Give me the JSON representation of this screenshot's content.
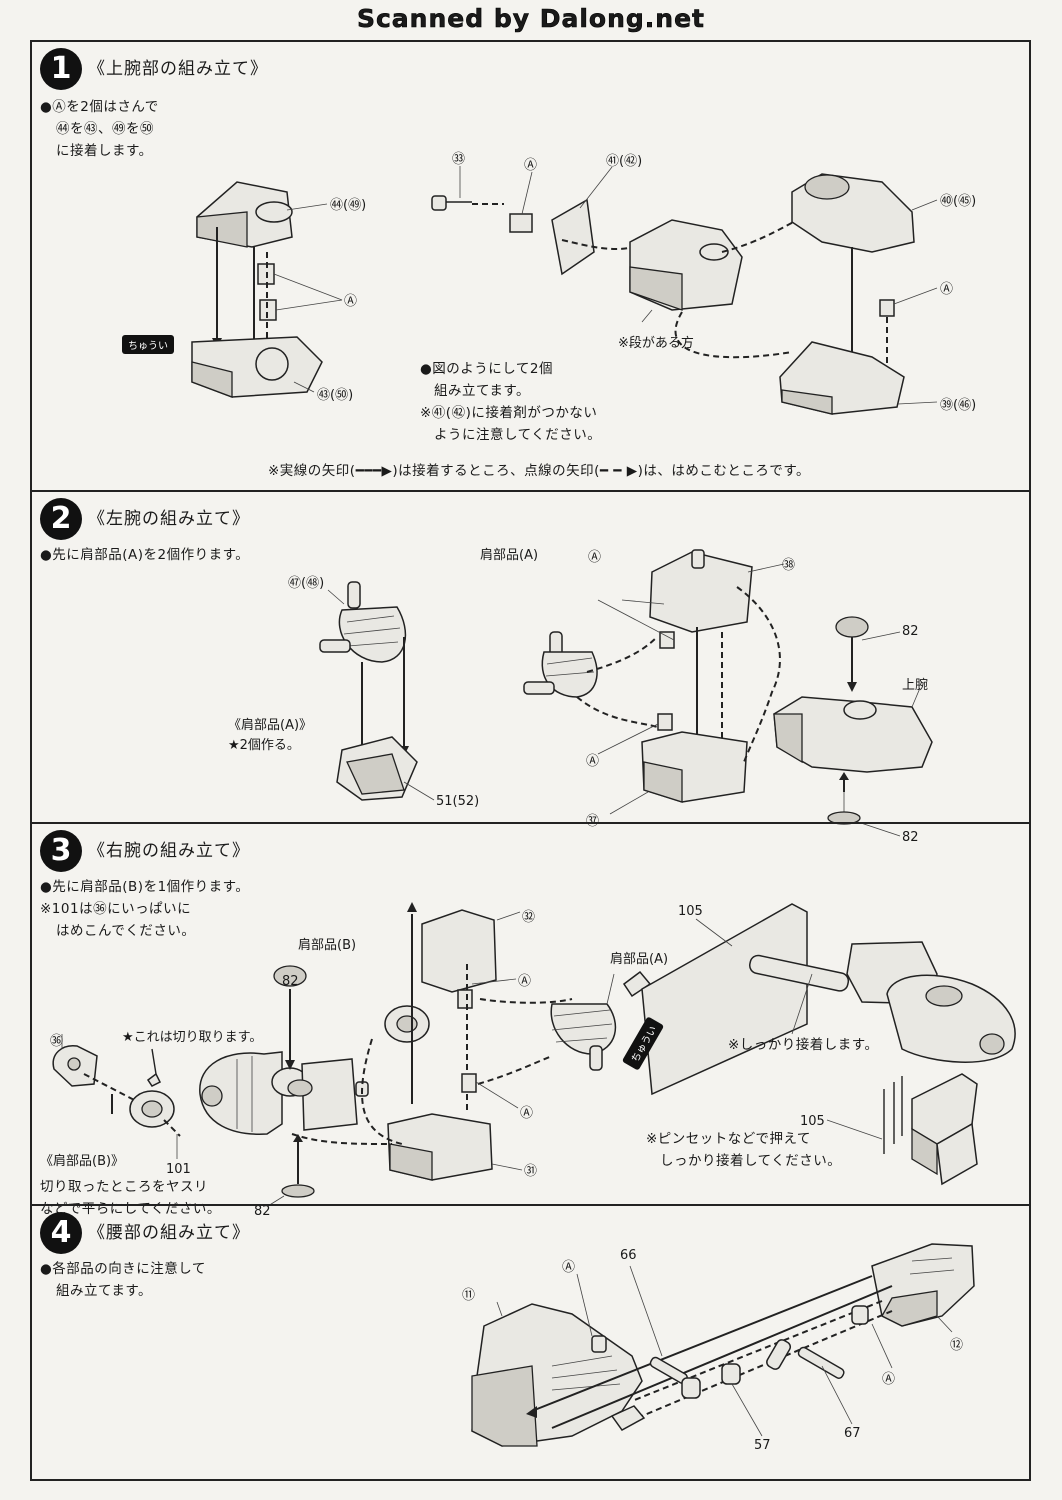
{
  "header": {
    "scan_credit": "Scanned by Dalong.net"
  },
  "steps": [
    {
      "number": "1",
      "title": "《上腕部の組み立て》",
      "instructions": [
        "●Ⓐを2個はさんで",
        "㊹を㊸、㊾を㊿",
        "に接着します。"
      ],
      "part_labels": [
        "㊹(㊾)",
        "Ⓐ",
        "㊸(㊿)",
        "㉝",
        "Ⓐ",
        "㊶(㊷)",
        "※段がある方",
        "㊵(㊺)",
        "Ⓐ",
        "㊴(㊻)"
      ],
      "caution_label": "ちゅうい",
      "notes": [
        "●図のようにして2個",
        "組み立てます。",
        "※㊶(㊷)に接着剤がつかない",
        "ように注意してください。"
      ],
      "footnote": "※実線の矢印(━━━▶)は接着するところ、点線の矢印(━ ━ ▶)は、はめこむところです。"
    },
    {
      "number": "2",
      "title": "《左腕の組み立て》",
      "instructions": [
        "●先に肩部品(A)を2個作ります。"
      ],
      "part_labels": [
        "㊼(㊽)",
        "《肩部品(A)》",
        "★2個作る。",
        "51(52)",
        "肩部品(A)",
        "Ⓐ",
        "㊳",
        "Ⓐ",
        "82",
        "上腕",
        "㊲",
        "82"
      ]
    },
    {
      "number": "3",
      "title": "《右腕の組み立て》",
      "instructions": [
        "●先に肩部品(B)を1個作ります。",
        "※101は㊱にいっぱいに",
        "はめこんでください。"
      ],
      "part_labels": [
        "㊱",
        "★これは切り取ります。",
        "《肩部品(B)》",
        "101",
        "82",
        "肩部品(B)",
        "㉜",
        "Ⓐ",
        "Ⓐ",
        "㉛",
        "82",
        "肩部品(A)",
        "105",
        "105"
      ],
      "caution_label": "ちゅうい",
      "notes": [
        "切り取ったところをヤスリ",
        "などで平らにしてください。",
        "※しっかり接着します。",
        "※ピンセットなどで押えて",
        "しっかり接着してください。"
      ]
    },
    {
      "number": "4",
      "title": "《腰部の組み立て》",
      "instructions": [
        "●各部品の向きに注意して",
        "組み立てます。"
      ],
      "part_labels": [
        "⑪",
        "Ⓐ",
        "66",
        "⑫",
        "Ⓐ",
        "57",
        "67"
      ]
    }
  ]
}
